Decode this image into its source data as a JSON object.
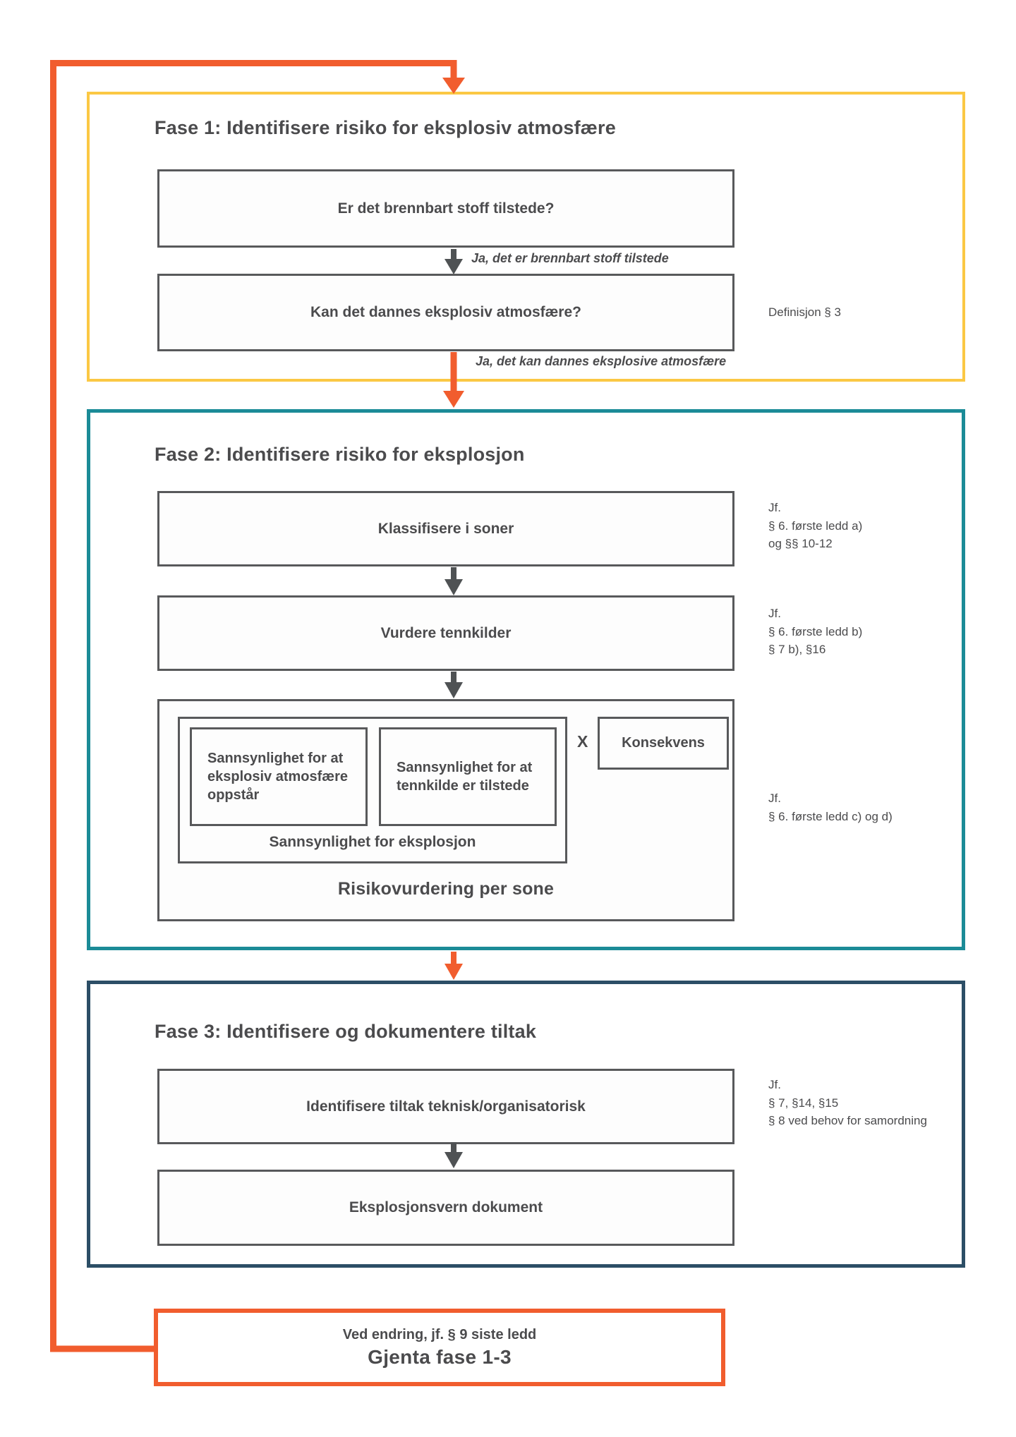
{
  "colors": {
    "loop_orange": "#f15d2e",
    "fase1_border": "#fbc844",
    "fase2_border": "#1b8b97",
    "fase3_border": "#2c4e66",
    "box_border": "#58595b",
    "text": "#4b4b4d"
  },
  "fase1": {
    "title": "Fase 1: Identifisere risiko for eksplosiv atmosfære",
    "box1": "Er det brennbart stoff tilstede?",
    "arrow1_label": "Ja, det er brennbart stoff tilstede",
    "box2": "Kan det dannes eksplosiv atmosfære?",
    "box2_annotation": "Definisjon § 3",
    "arrow2_label": "Ja, det kan dannes eksplosive atmosfære"
  },
  "fase2": {
    "title": "Fase 2: Identifisere risiko for eksplosjon",
    "box1": "Klassifisere i soner",
    "box1_annotation": "Jf.\n§ 6. første ledd a)\nog  §§ 10-12",
    "box2": "Vurdere tennkilder",
    "box2_annotation": "Jf.\n§ 6. første ledd b)\n§ 7 b), §16",
    "risk": {
      "prob1": "Sannsynlighet for at eksplosiv atmosfære oppstår",
      "prob2": "Sannsynlighet for at tennkilde er tilstede",
      "times": "X",
      "consequence": "Konsekvens",
      "prob_caption": "Sannsynlighet for eksplosjon",
      "box_caption": "Risikovurdering per sone",
      "annotation": "Jf.\n§ 6. første ledd c) og d)"
    }
  },
  "fase3": {
    "title": "Fase 3: Identifisere og dokumentere tiltak",
    "box1": "Identifisere tiltak teknisk/organisatorisk",
    "box1_annotation": "Jf.\n§ 7, §14, §15\n§ 8 ved behov for samordning",
    "box2": "Eksplosjonsvern dokument"
  },
  "repeat": {
    "line1": "Ved endring, jf. § 9 siste ledd",
    "line2": "Gjenta fase 1-3"
  }
}
